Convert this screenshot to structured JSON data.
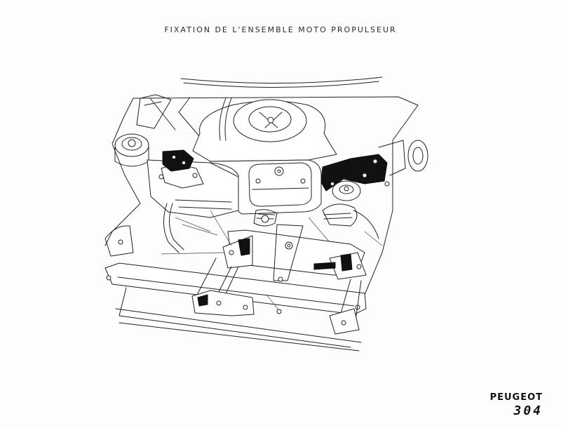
{
  "header": {
    "title": "FIXATION DE L'ENSEMBLE MOTO PROPULSEUR"
  },
  "branding": {
    "make": "PEUGEOT",
    "model": "304"
  },
  "colors": {
    "paper": "#fdfdfd",
    "ink": "#222222",
    "mount_fill": "#111111"
  }
}
